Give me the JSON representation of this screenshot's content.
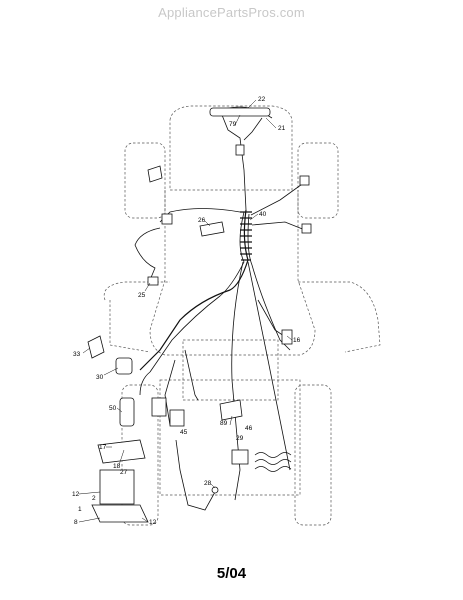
{
  "watermark": "AppliancePartsPros.com",
  "footer": "5/04",
  "callouts": {
    "c22": "22",
    "c79": "79",
    "c21": "21",
    "c40": "40",
    "c26": "26",
    "c25": "25",
    "c33": "33",
    "c30": "30",
    "c16": "16",
    "c50": "50",
    "c45": "45",
    "c89": "89",
    "c46": "46",
    "c29": "29",
    "c17": "17",
    "c18": "18",
    "c28": "28",
    "c12a": "12",
    "c2": "2",
    "c1": "1",
    "c8": "8",
    "c12b": "12",
    "c27": "27"
  },
  "colors": {
    "line": "#111111",
    "outline": "#555555",
    "watermark": "#c8c8c8"
  }
}
